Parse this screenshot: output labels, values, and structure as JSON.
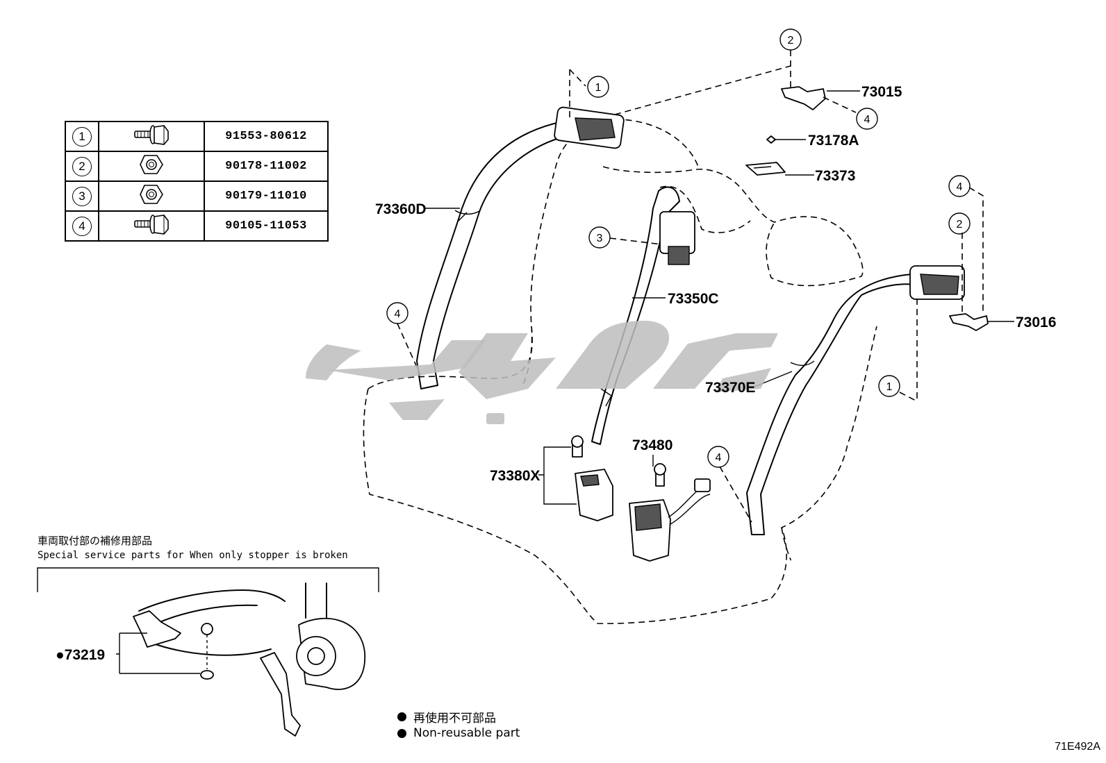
{
  "fasteners": [
    {
      "num": "1",
      "icon": "bolt-washer-icon",
      "pn": "91553-80612"
    },
    {
      "num": "2",
      "icon": "hex-nut-icon",
      "pn": "90178-11002"
    },
    {
      "num": "3",
      "icon": "hex-nut-icon",
      "pn": "90179-11010"
    },
    {
      "num": "4",
      "icon": "bolt-washer-icon",
      "pn": "90105-11053"
    }
  ],
  "labels": {
    "p73015": "73015",
    "p73178A": "73178A",
    "p73373": "73373",
    "p73360D": "73360D",
    "p73350C": "73350C",
    "p73016": "73016",
    "p73370E": "73370E",
    "p73480": "73480",
    "p73380X": "73380X",
    "p73219": "●73219"
  },
  "callouts": {
    "c1": "1",
    "c2": "2",
    "c3": "3",
    "c4": "4"
  },
  "special": {
    "jp": "車両取付部の補修用部品",
    "en": "Special service parts for When only stopper is broken"
  },
  "legend": {
    "jp": "再使用不可部品",
    "en": "Non-reusable part"
  },
  "diagram_code": "71E492A"
}
